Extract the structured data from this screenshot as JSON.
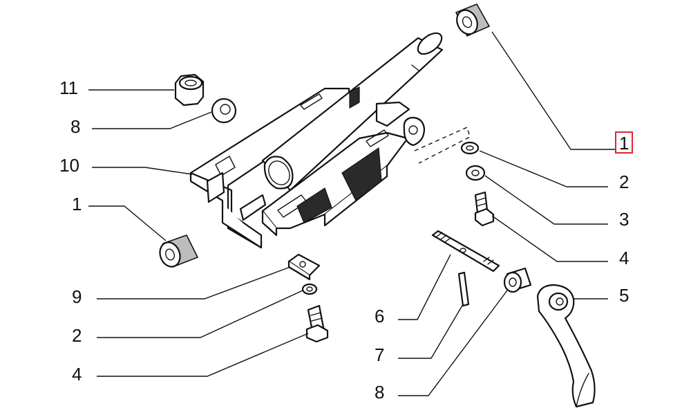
{
  "diagram": {
    "callouts": [
      {
        "id": "c-11-left",
        "label": "11"
      },
      {
        "id": "c-8-left",
        "label": "8"
      },
      {
        "id": "c-10-left",
        "label": "10"
      },
      {
        "id": "c-1-left",
        "label": "1"
      },
      {
        "id": "c-9-left",
        "label": "9"
      },
      {
        "id": "c-2-left",
        "label": "2"
      },
      {
        "id": "c-4-left",
        "label": "4"
      },
      {
        "id": "c-6-mid",
        "label": "6"
      },
      {
        "id": "c-7-mid",
        "label": "7"
      },
      {
        "id": "c-8-mid",
        "label": "8"
      },
      {
        "id": "c-1-right",
        "label": "1",
        "highlighted": true
      },
      {
        "id": "c-2-right",
        "label": "2"
      },
      {
        "id": "c-3-right",
        "label": "3"
      },
      {
        "id": "c-4-right",
        "label": "4"
      },
      {
        "id": "c-5-right",
        "label": "5"
      }
    ],
    "colors": {
      "line": "#111111",
      "highlight": "#d9282f",
      "background": "#ffffff"
    }
  }
}
